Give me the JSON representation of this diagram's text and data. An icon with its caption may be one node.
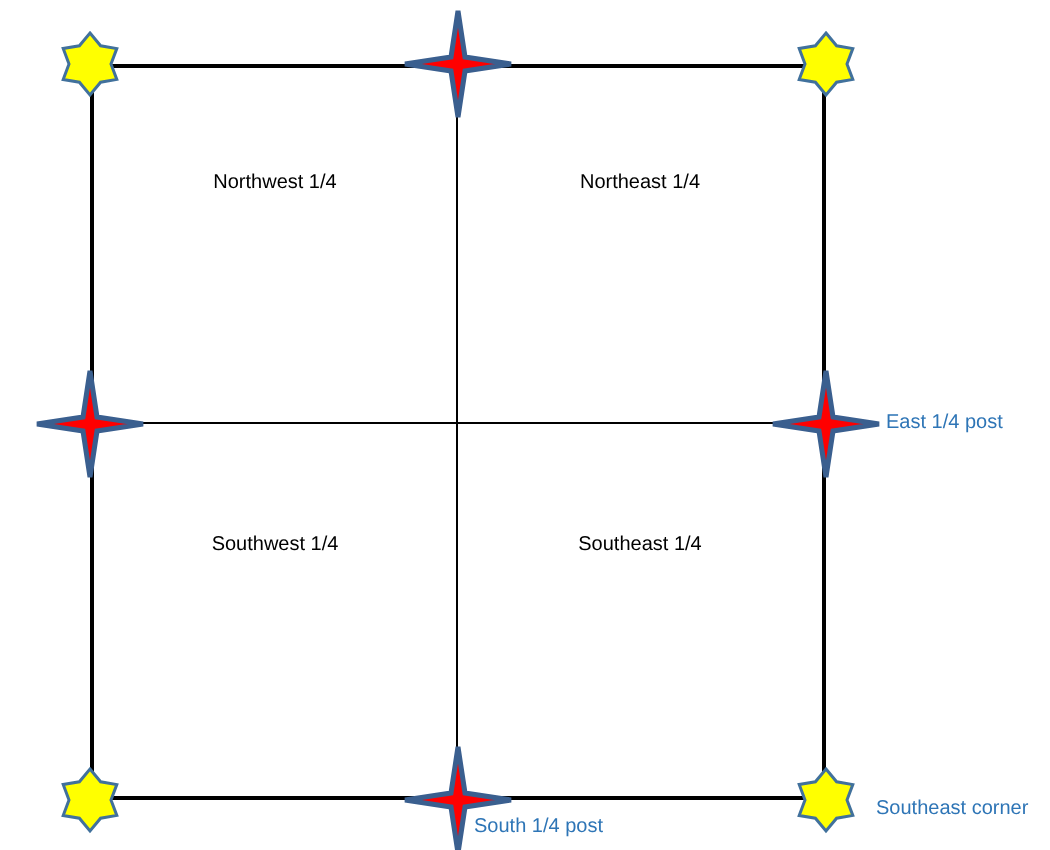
{
  "diagram": {
    "nodes": [
      {
        "text": [],
        "shape": "star"
      },
      {
        "text": [],
        "shape": "star"
      },
      {
        "text": [],
        "shape": "star"
      },
      {
        "text": [
          "Northwest 1/4"
        ]
      },
      {
        "text": [
          "Northeast 1/4"
        ]
      },
      {
        "text": [],
        "shape": "star"
      },
      {
        "text": [],
        "shape": "star",
        "beside": [
          "East 1/4 post"
        ]
      },
      {
        "text": [
          "Southwest 1/4"
        ]
      },
      {
        "text": [
          "Southeast 1/4"
        ]
      },
      {
        "text": [],
        "shape": "star"
      },
      {
        "text": [],
        "shape": "star",
        "beside": [
          "South 1/4 post"
        ]
      },
      {
        "text": [],
        "shape": "star",
        "beside": [
          "Southeast corner"
        ]
      }
    ]
  }
}
